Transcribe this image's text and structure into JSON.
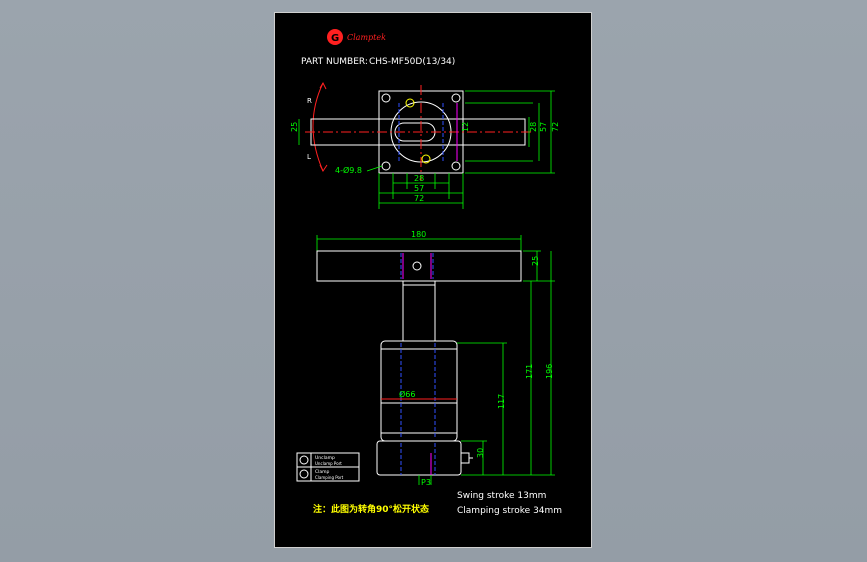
{
  "logo": {
    "text": "Clamptek",
    "mark": "G",
    "color": "#ff2020"
  },
  "part_number": {
    "label": "PART NUMBER:",
    "value": "CHS-MF50D(13/34)"
  },
  "top_view": {
    "rotation_labels": {
      "right": "R",
      "left": "L"
    },
    "hole_label": "4-Ø9.8",
    "dims": {
      "arm_width": "25",
      "slot_width": "12",
      "right_inner": "28",
      "right_mid": "57",
      "right_outer": "72",
      "bottom_inner": "28",
      "bottom_mid": "57",
      "bottom_outer": "72"
    }
  },
  "side_view": {
    "dims": {
      "arm_length": "180",
      "arm_thickness": "25",
      "body_diameter": "Ø66",
      "body_height": "117",
      "stroke_height": "171",
      "total_height": "196",
      "base_height": "30",
      "port": "P3"
    }
  },
  "legend": {
    "rows": [
      {
        "title": "Unclamp",
        "sub": "Unclamp Port"
      },
      {
        "title": "Clamp",
        "sub": "Clamping Port"
      }
    ]
  },
  "note": "注：此图为转角90°松开状态",
  "specs": {
    "swing": "Swing stroke 13mm",
    "clamping": "Clamping stroke 34mm"
  },
  "colors": {
    "outline": "#ffffff",
    "dimension": "#00ff00",
    "centerline": "#ff2020",
    "hidden": "#3050ff",
    "background": "#000000",
    "canvas": "#9aa3ac"
  }
}
